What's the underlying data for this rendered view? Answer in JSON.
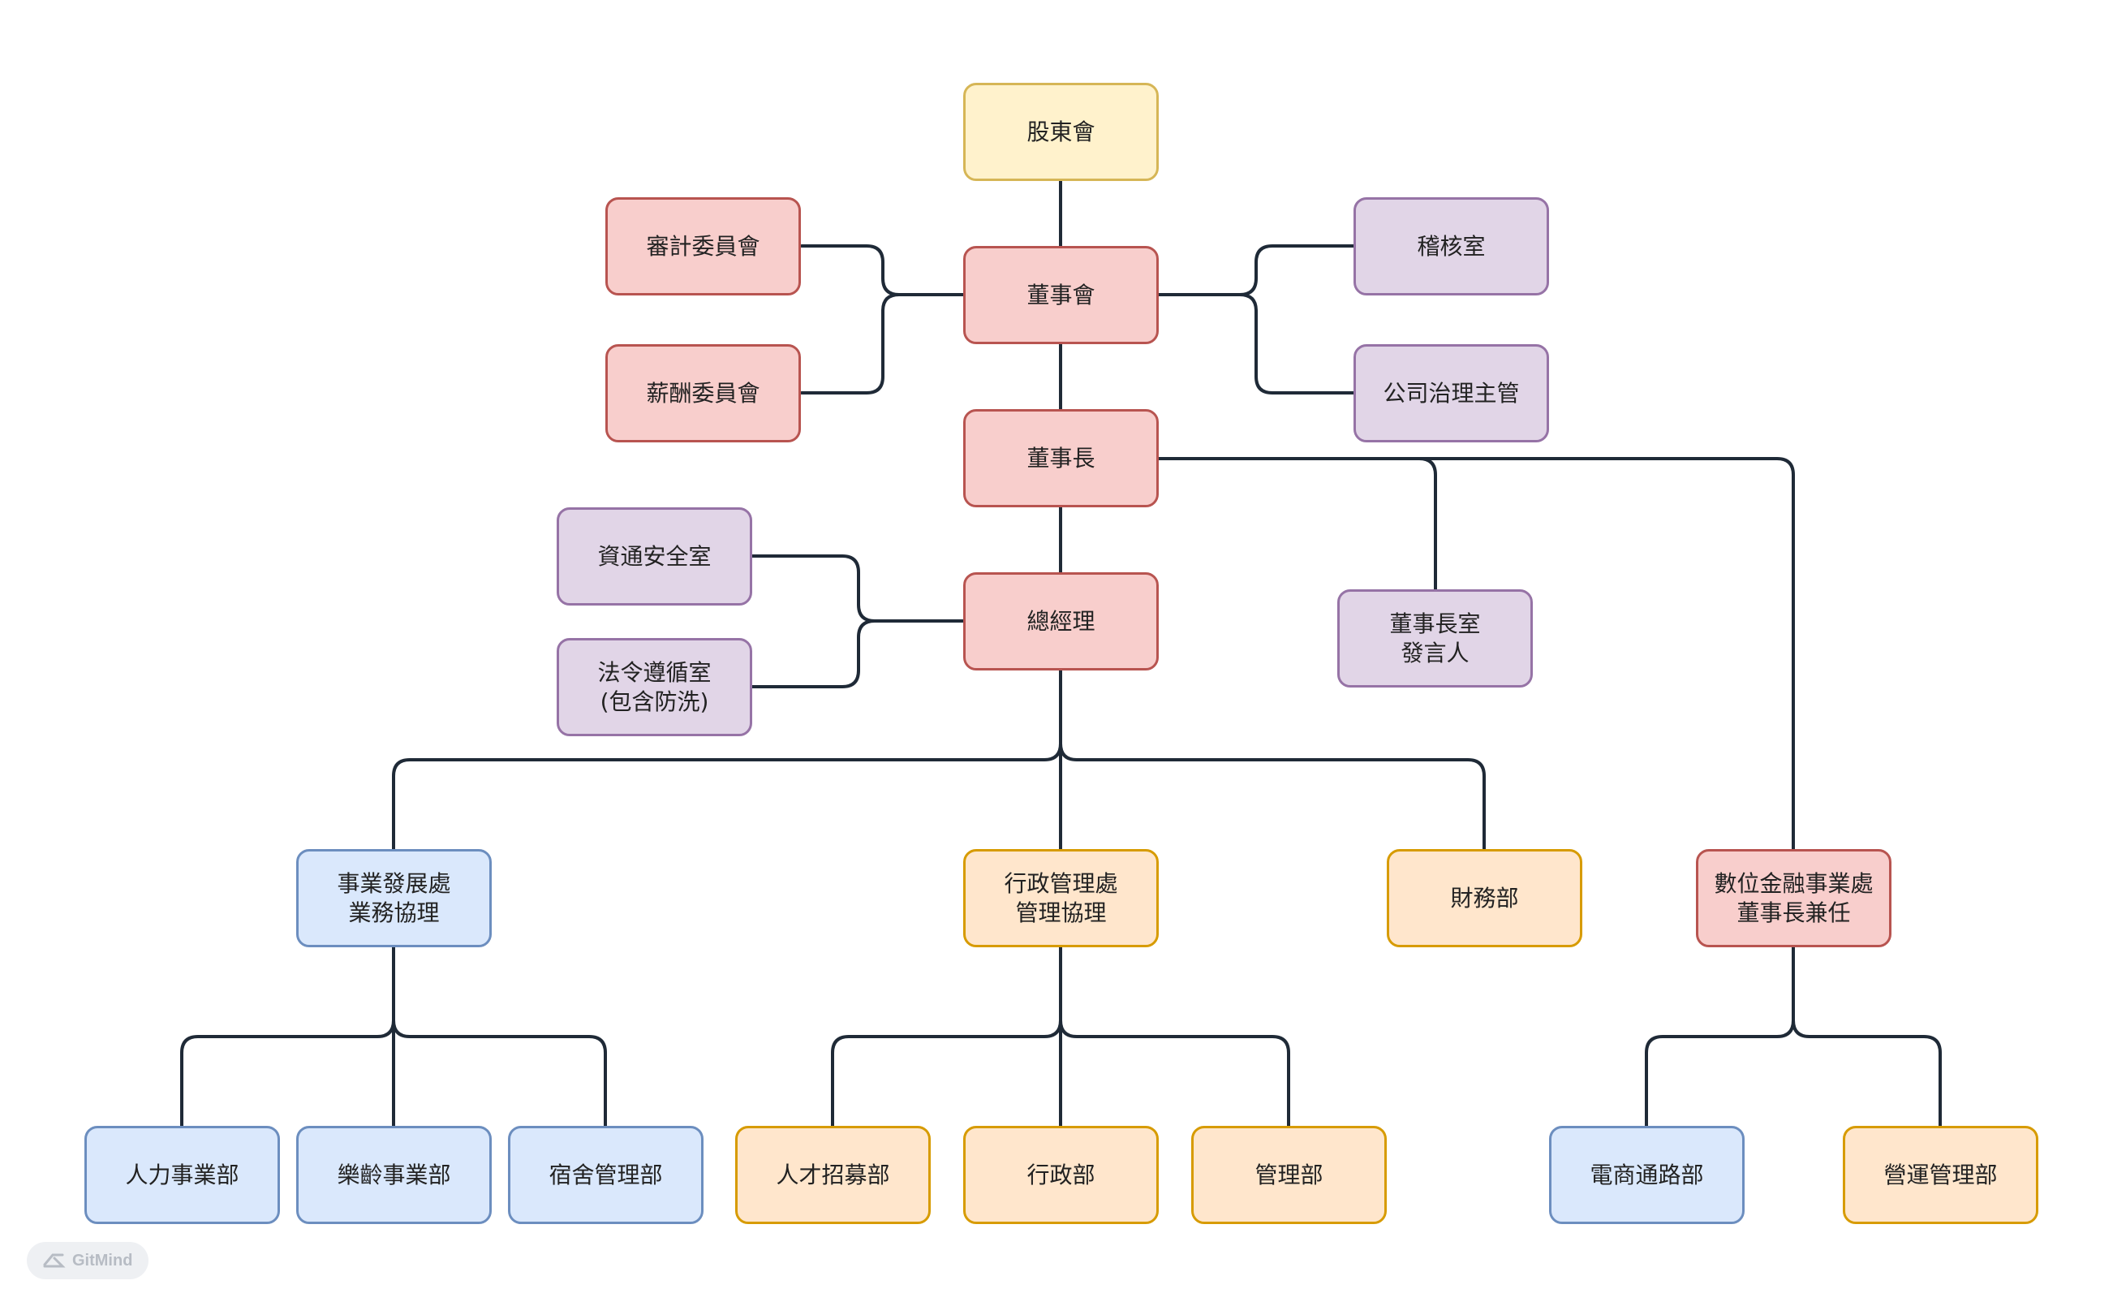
{
  "colors": {
    "line": "#1f2a37",
    "yellow_fill": "#fff2cc",
    "yellow_border": "#d6b656",
    "red_fill": "#f8cecc",
    "red_border": "#b85450",
    "purple_fill": "#e1d5e7",
    "purple_border": "#9673a6",
    "blue_fill": "#dae8fc",
    "blue_border": "#6c8ebf",
    "orange_fill": "#ffe6cc",
    "orange_border": "#d79b00"
  },
  "nodes": {
    "shareholders": "股東會",
    "audit_committee": "審計委員會",
    "board": "董事會",
    "audit_office": "稽核室",
    "remuneration_committee": "薪酬委員會",
    "governance_officer": "公司治理主管",
    "chairman": "董事長",
    "infosec_office": "資通安全室",
    "general_manager": "總經理",
    "chairman_office": [
      "董事長室",
      "發言人"
    ],
    "compliance_office": [
      "法令遵循室",
      "(包含防洗)"
    ],
    "business_dev": [
      "事業發展處",
      "業務協理"
    ],
    "admin_mgmt": [
      "行政管理處",
      "管理協理"
    ],
    "finance": "財務部",
    "digital_finance": [
      "數位金融事業處",
      "董事長兼任"
    ],
    "hr_business": "人力事業部",
    "senior_business": "樂齡事業部",
    "dorm_mgmt": "宿舍管理部",
    "talent_recruit": "人才招募部",
    "administration": "行政部",
    "management": "管理部",
    "ecommerce": "電商通路部",
    "operations_mgmt": "營運管理部"
  },
  "watermark": {
    "text": "GitMind",
    "icon": "gitmind-logo-icon"
  }
}
